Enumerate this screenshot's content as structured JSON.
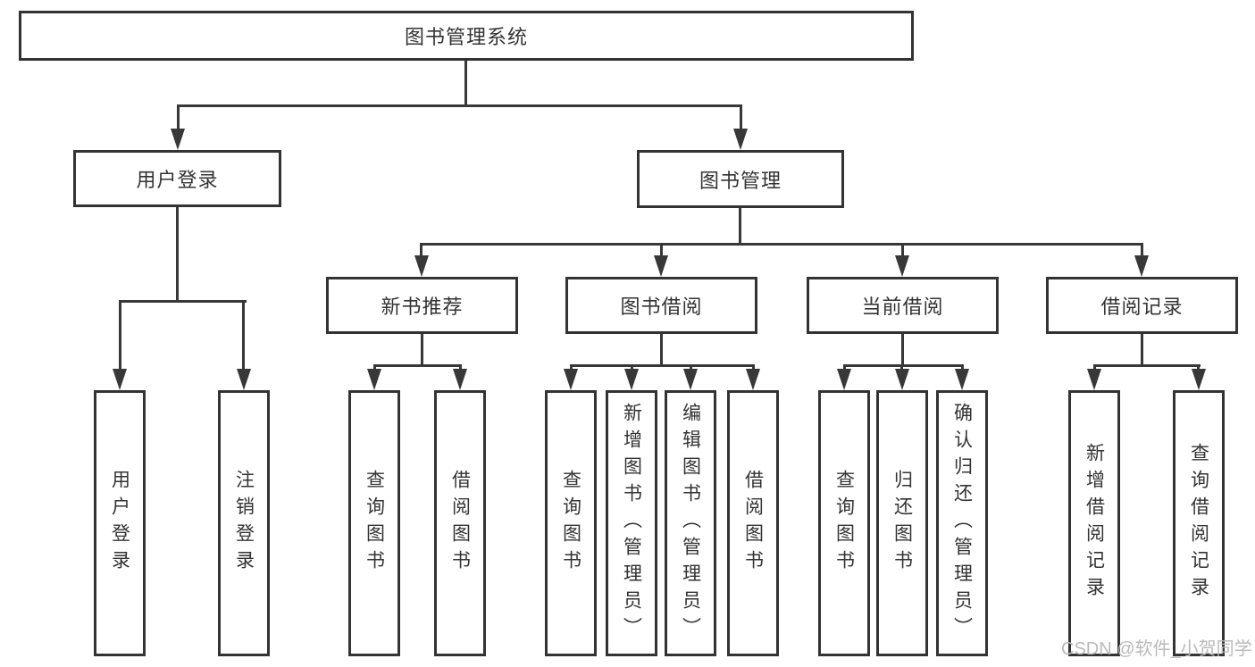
{
  "diagram": {
    "root": {
      "label": "图书管理系统",
      "children": [
        {
          "label": "用户登录",
          "children": [
            {
              "label": "用户登录"
            },
            {
              "label": "注销登录"
            }
          ]
        },
        {
          "label": "图书管理",
          "children": [
            {
              "label": "新书推荐",
              "children": [
                {
                  "label": "查询图书"
                },
                {
                  "label": "借阅图书"
                }
              ]
            },
            {
              "label": "图书借阅",
              "children": [
                {
                  "label": "查询图书"
                },
                {
                  "label": "新增图书（管理员）"
                },
                {
                  "label": "编辑图书（管理员）"
                },
                {
                  "label": "借阅图书"
                }
              ]
            },
            {
              "label": "当前借阅",
              "children": [
                {
                  "label": "查询图书"
                },
                {
                  "label": "归还图书"
                },
                {
                  "label": "确认归还（管理员）"
                }
              ]
            },
            {
              "label": "借阅记录",
              "children": [
                {
                  "label": "新增借阅记录"
                },
                {
                  "label": "查询借阅记录"
                }
              ]
            }
          ]
        }
      ]
    }
  },
  "watermark": {
    "text": "CSDN @软件_小贺同学"
  },
  "colors": {
    "line": "#383838",
    "box_border": "#333333",
    "text": "#333333",
    "watermark_text": "#b9b9b9",
    "background": "#ffffff"
  }
}
